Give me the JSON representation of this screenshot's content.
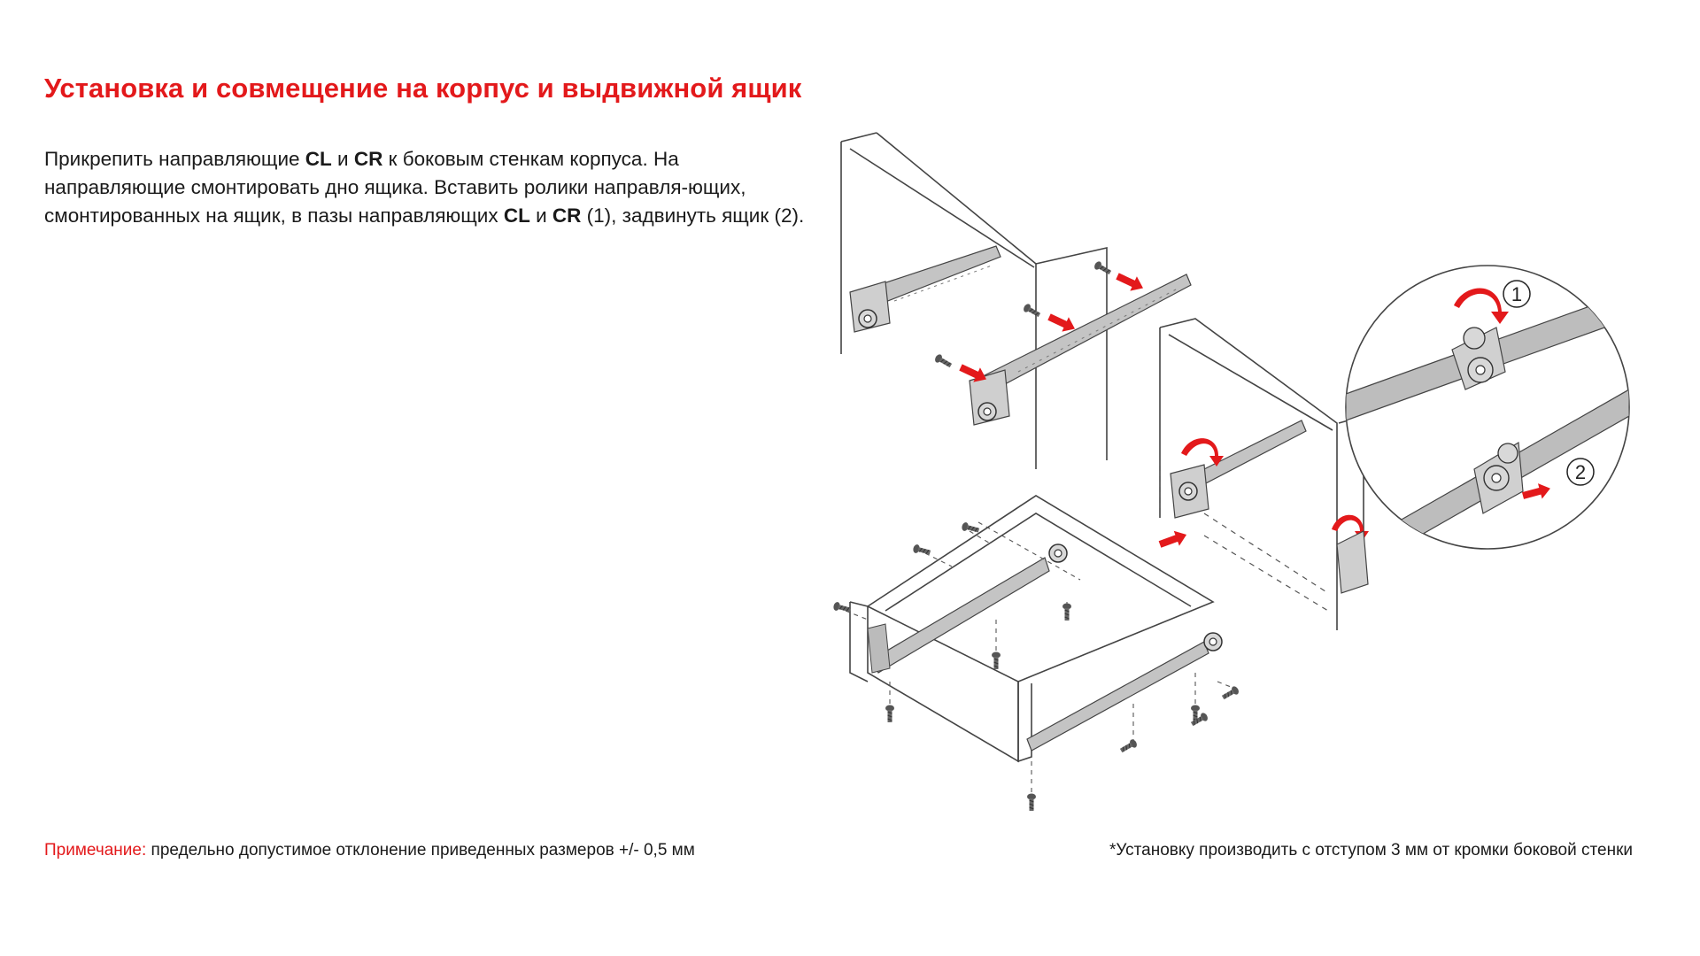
{
  "title": "Установка и совмещение на корпус и выдвижной ящик",
  "description": {
    "p1": "Прикрепить направляющие ",
    "cl": "CL",
    "and1": " и ",
    "cr": "CR",
    "p2": " к боковым стенкам корпуса. На направляющие смонтировать дно ящика. Вставить ролики направля-ющих, смонтированных на ящик, в пазы направляющих ",
    "cl2": "CL",
    "and2": " и ",
    "cr2": "CR",
    "p3": " (1), задвинуть ящик (2)."
  },
  "note": {
    "label": "Примечание:",
    "text": " предельно допустимое отклонение приведенных размеров +/- 0,5 мм"
  },
  "footnote": "*Установку производить с отступом 3 мм от кромки боковой стенки",
  "callouts": {
    "step1": "1",
    "step2": "2"
  },
  "colors": {
    "accent": "#e3191b",
    "text": "#1a1a1a",
    "line": "#4a4a4a",
    "rail": "#b9b9b9"
  },
  "icons": [
    "screw-icon",
    "arrow-right-icon",
    "curved-arrow-icon",
    "roller-icon"
  ]
}
